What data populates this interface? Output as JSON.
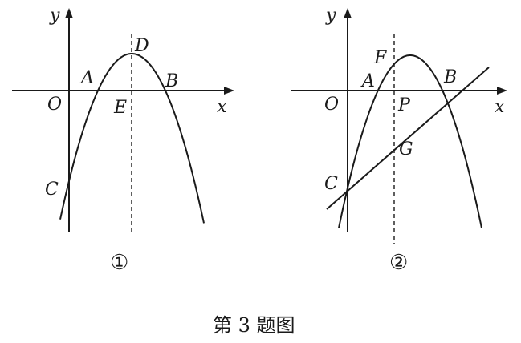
{
  "figure1": {
    "labels": {
      "y": "y",
      "x": "x",
      "origin": "O",
      "A": "A",
      "B": "B",
      "C": "C",
      "D": "D",
      "E": "E"
    },
    "number": "①"
  },
  "figure2": {
    "labels": {
      "y": "y",
      "x": "x",
      "origin": "O",
      "A": "A",
      "B": "B",
      "C": "C",
      "F": "F",
      "P": "P",
      "G": "G"
    },
    "number": "②"
  },
  "caption": "第 3 题图"
}
